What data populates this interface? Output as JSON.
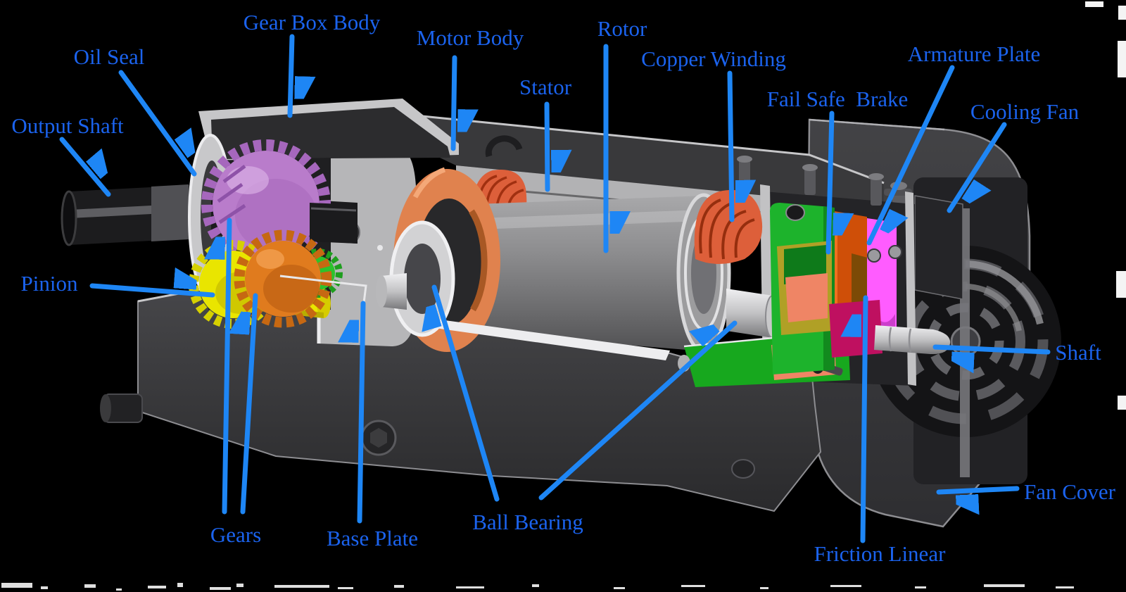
{
  "diagram": {
    "subject": "Gear motor cutaway diagram",
    "background_color": "#000000",
    "label_color": "#1b63ee",
    "arrow_color": "#1e86f5",
    "labels": {
      "gear_box_body": "Gear Box Body",
      "oil_seal": "Oil Seal",
      "output_shaft": "Output Shaft",
      "motor_body": "Motor Body",
      "stator": "Stator",
      "rotor": "Rotor",
      "copper_winding": "Copper Winding",
      "fail_safe_brake": "Fail Safe  Brake",
      "armature_plate": "Armature Plate",
      "cooling_fan": "Cooling Fan",
      "pinion": "Pinion",
      "gears": "Gears",
      "base_plate": "Base Plate",
      "ball_bearing": "Ball Bearing",
      "shaft": "Shaft",
      "fan_cover": "Fan Cover",
      "friction_linear": "Friction Linear"
    },
    "part_colors": {
      "gear_purple": "#b97ccb",
      "gear_orange": "#e07b1e",
      "gear_yellow": "#e9e500",
      "gear_green": "#2cc22c",
      "copper_winding": "#dd5f3a",
      "brake_green": "#1db32c",
      "brake_pad_salmon": "#ef8565",
      "armature_orange": "#cf4f08",
      "friction_magenta": "#ff5cff",
      "friction_crimson": "#bf1060",
      "end_bell_orange": "#e0824e",
      "housing_gray": "#3a3a3c",
      "metal_silver": "#b6b6b8"
    }
  }
}
